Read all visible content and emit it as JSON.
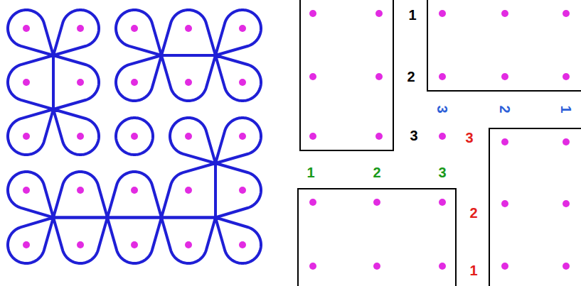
{
  "diagram": {
    "labels": [
      "1",
      "2",
      "3",
      "2",
      "1",
      "3",
      "3",
      "1",
      "2",
      "3",
      "2",
      "1"
    ]
  }
}
